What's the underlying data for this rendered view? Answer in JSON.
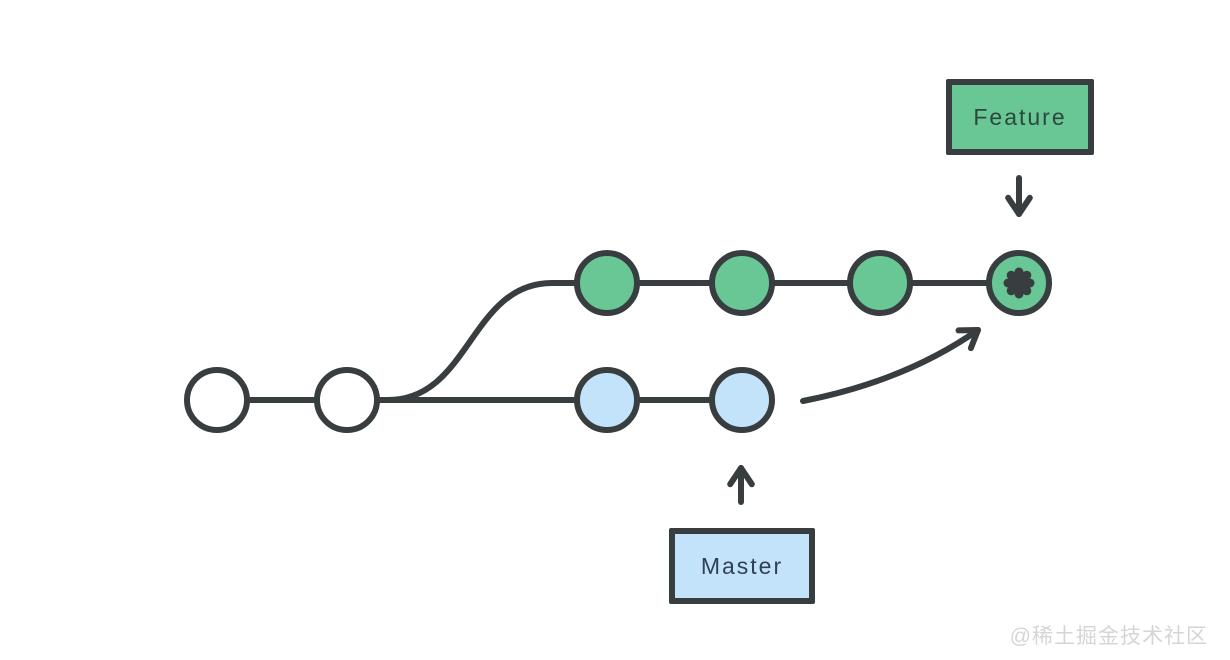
{
  "labels": {
    "feature": "Feature",
    "master": "Master",
    "watermark": "@稀土掘金技术社区"
  },
  "colors": {
    "background": "#ffffff",
    "line": "#383d40",
    "green": "#68c795",
    "blue": "#c2e3f9",
    "white": "#ffffff",
    "feature_text": "#2e473c",
    "master_text": "#2f4156",
    "watermark": "#d5d5d5"
  },
  "graph": {
    "type": "git-branch-diagram",
    "shared_commits": 2,
    "feature_branch": {
      "label": "Feature",
      "commit_count": 4,
      "head_marker": "asterisk",
      "node_color": "#68c795"
    },
    "master_branch": {
      "label": "Master",
      "commit_count": 2,
      "node_color": "#c2e3f9"
    },
    "arrows": [
      {
        "name": "feature-label-arrow",
        "direction": "down",
        "target": "feature-head-commit"
      },
      {
        "name": "master-label-arrow",
        "direction": "up",
        "target": "master-head-commit"
      },
      {
        "name": "merge-arrow",
        "shape": "curved",
        "from": "master-head-commit",
        "to": "feature-head-commit"
      }
    ]
  }
}
